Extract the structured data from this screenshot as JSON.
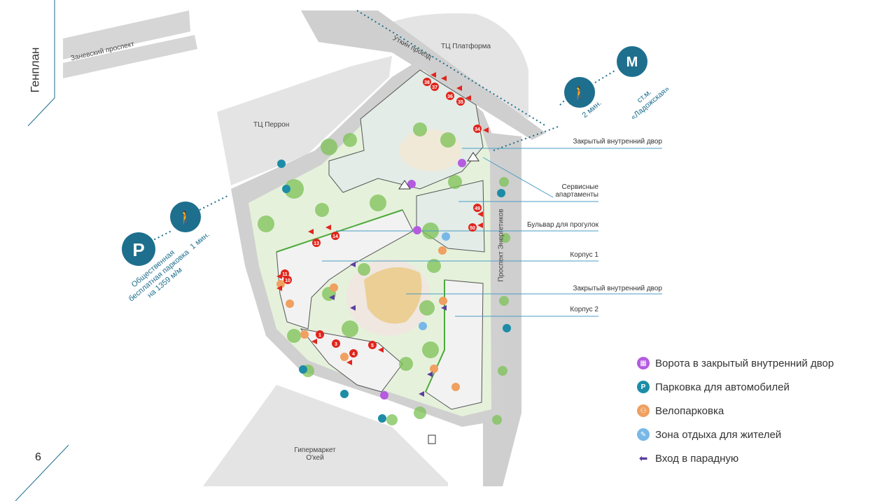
{
  "page": {
    "title": "Генплан",
    "number": "6"
  },
  "colors": {
    "accent": "#1e6f8e",
    "gate": "#b45be0",
    "parking": "#1d8ca6",
    "bike": "#f0a060",
    "rest": "#78b8e8",
    "entrance": "#5b3fa0",
    "marker_red": "#e0251c",
    "greenery": "#6dbb4a",
    "roads": "#c8c8c8"
  },
  "map": {
    "roads": {
      "zanevsky": "Заневский проспект",
      "utkin": "Уткин проезд",
      "energetikov": "Проспект Энергетиков"
    },
    "places": {
      "tc_platforma": "ТЦ Платформа",
      "tc_perron": "ТЦ Перрон",
      "hypermarket": "Гипермаркет О'кей"
    },
    "metro": {
      "icon": "metro-icon",
      "walk_time": "2 мин.",
      "station": "ст.м. «Ладожская»"
    },
    "public_parking": {
      "icon": "parking-icon",
      "walk_time": "1 мин.",
      "description": "Общественная бесплатная парковка на 1359 м/м"
    },
    "callouts": [
      "Закрытый внутренний двор",
      "Сервисные апартаменты",
      "Бульвар для прогулок",
      "Корпус 1",
      "Закрытый внутренний двор",
      "Корпус 2"
    ],
    "entrance_numbers": [
      "1",
      "3",
      "4",
      "5",
      "10",
      "11",
      "13",
      "14",
      "34",
      "35",
      "36",
      "37",
      "38",
      "49",
      "50"
    ]
  },
  "legend": [
    {
      "icon": "gate-icon",
      "label": "Ворота в закрытый внутренний двор"
    },
    {
      "icon": "parking-icon",
      "label": "Парковка для автомобилей"
    },
    {
      "icon": "bike-parking-icon",
      "label": "Велопарковка"
    },
    {
      "icon": "rest-zone-icon",
      "label": "Зона отдыха для жителей"
    },
    {
      "icon": "entrance-arrow-icon",
      "label": "Вход в парадную"
    }
  ]
}
